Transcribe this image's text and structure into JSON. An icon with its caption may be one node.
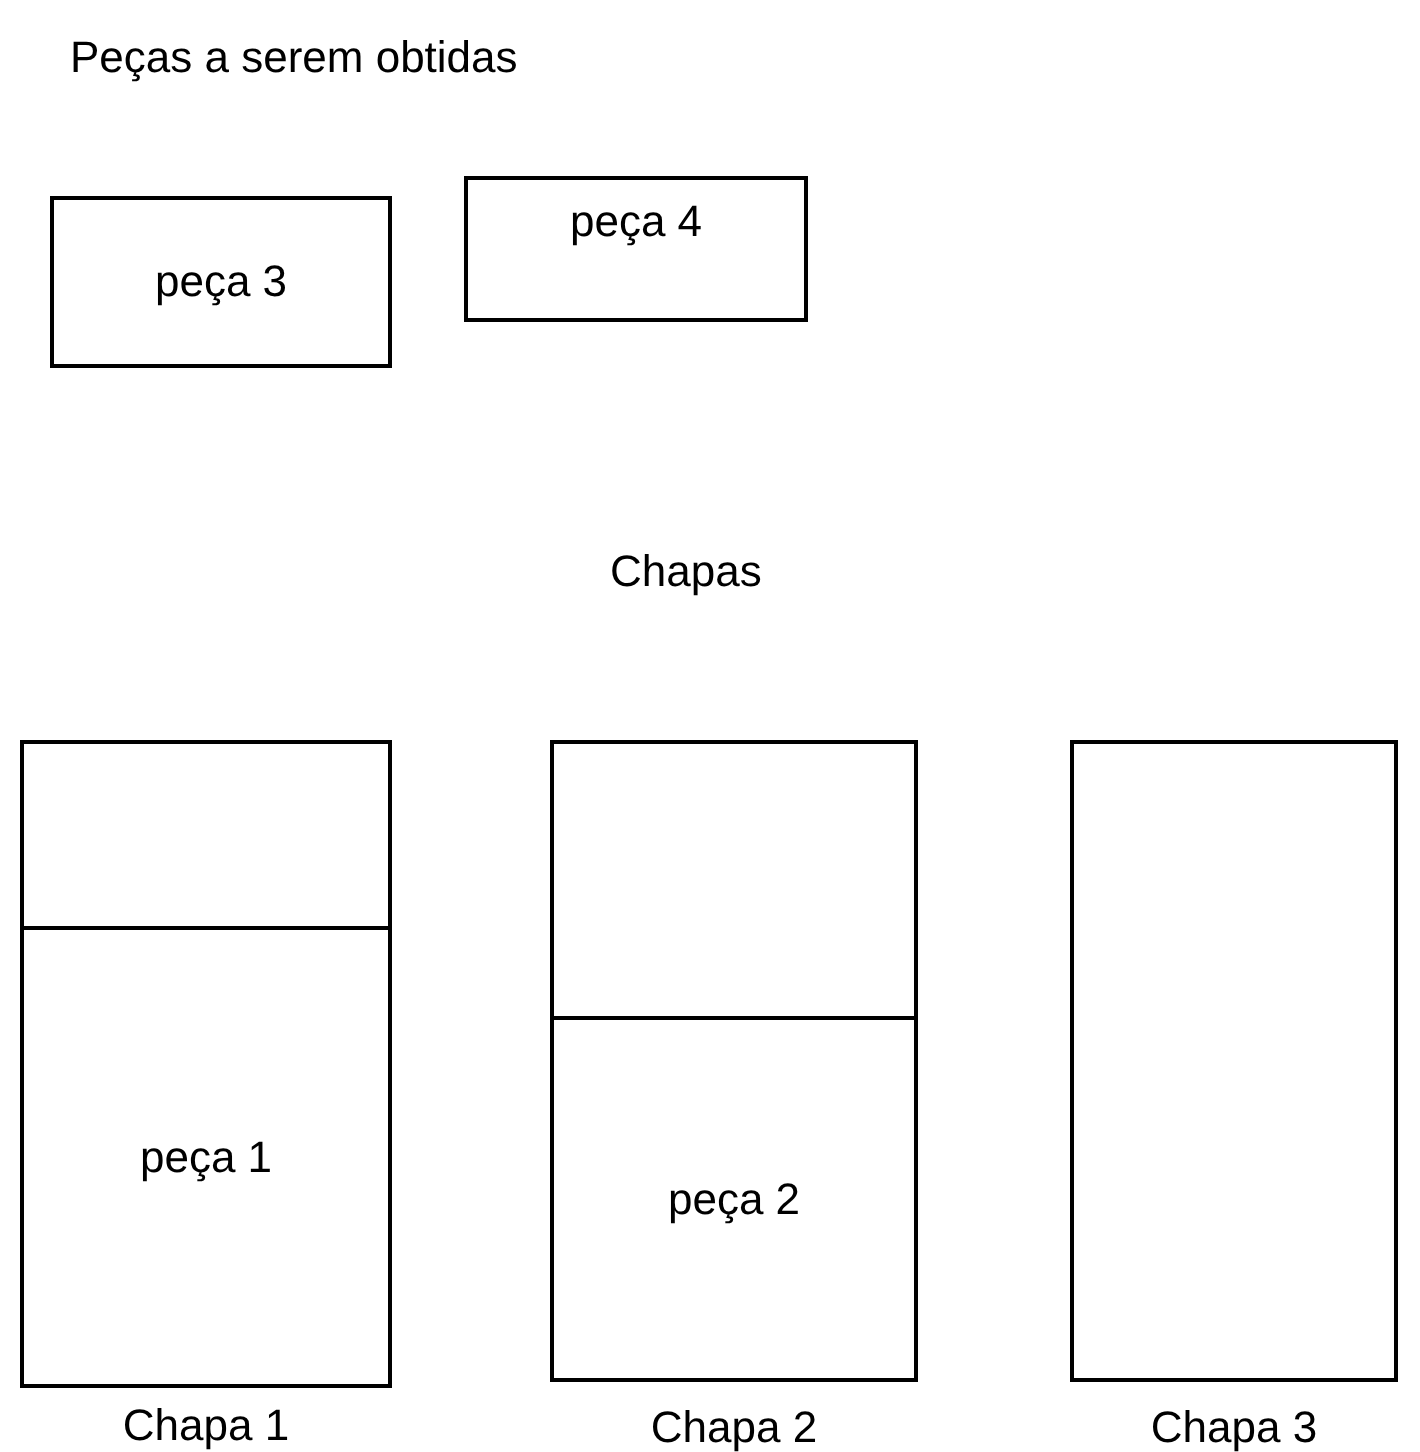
{
  "diagram": {
    "nodes": [
      {
        "text": [
          "peça 3"
        ]
      },
      {
        "text": [
          "peça 4"
        ]
      },
      {
        "text": [],
        "shape": "box",
        "beside": [
          "Chapa 1"
        ]
      },
      {
        "text": [],
        "shape": "box",
        "in": 2
      },
      {
        "text": [
          "peça 1"
        ],
        "in": 2
      },
      {
        "text": [],
        "shape": "box",
        "beside": [
          "Chapa 2"
        ]
      },
      {
        "text": [],
        "shape": "box",
        "in": 5
      },
      {
        "text": [
          "peça 2"
        ],
        "in": 5
      },
      {
        "text": [],
        "shape": "box",
        "beside": [
          "Chapa 3"
        ]
      }
    ],
    "edges": [],
    "labels": [
      "Peças a serem obtidas",
      "Chapas"
    ]
  }
}
